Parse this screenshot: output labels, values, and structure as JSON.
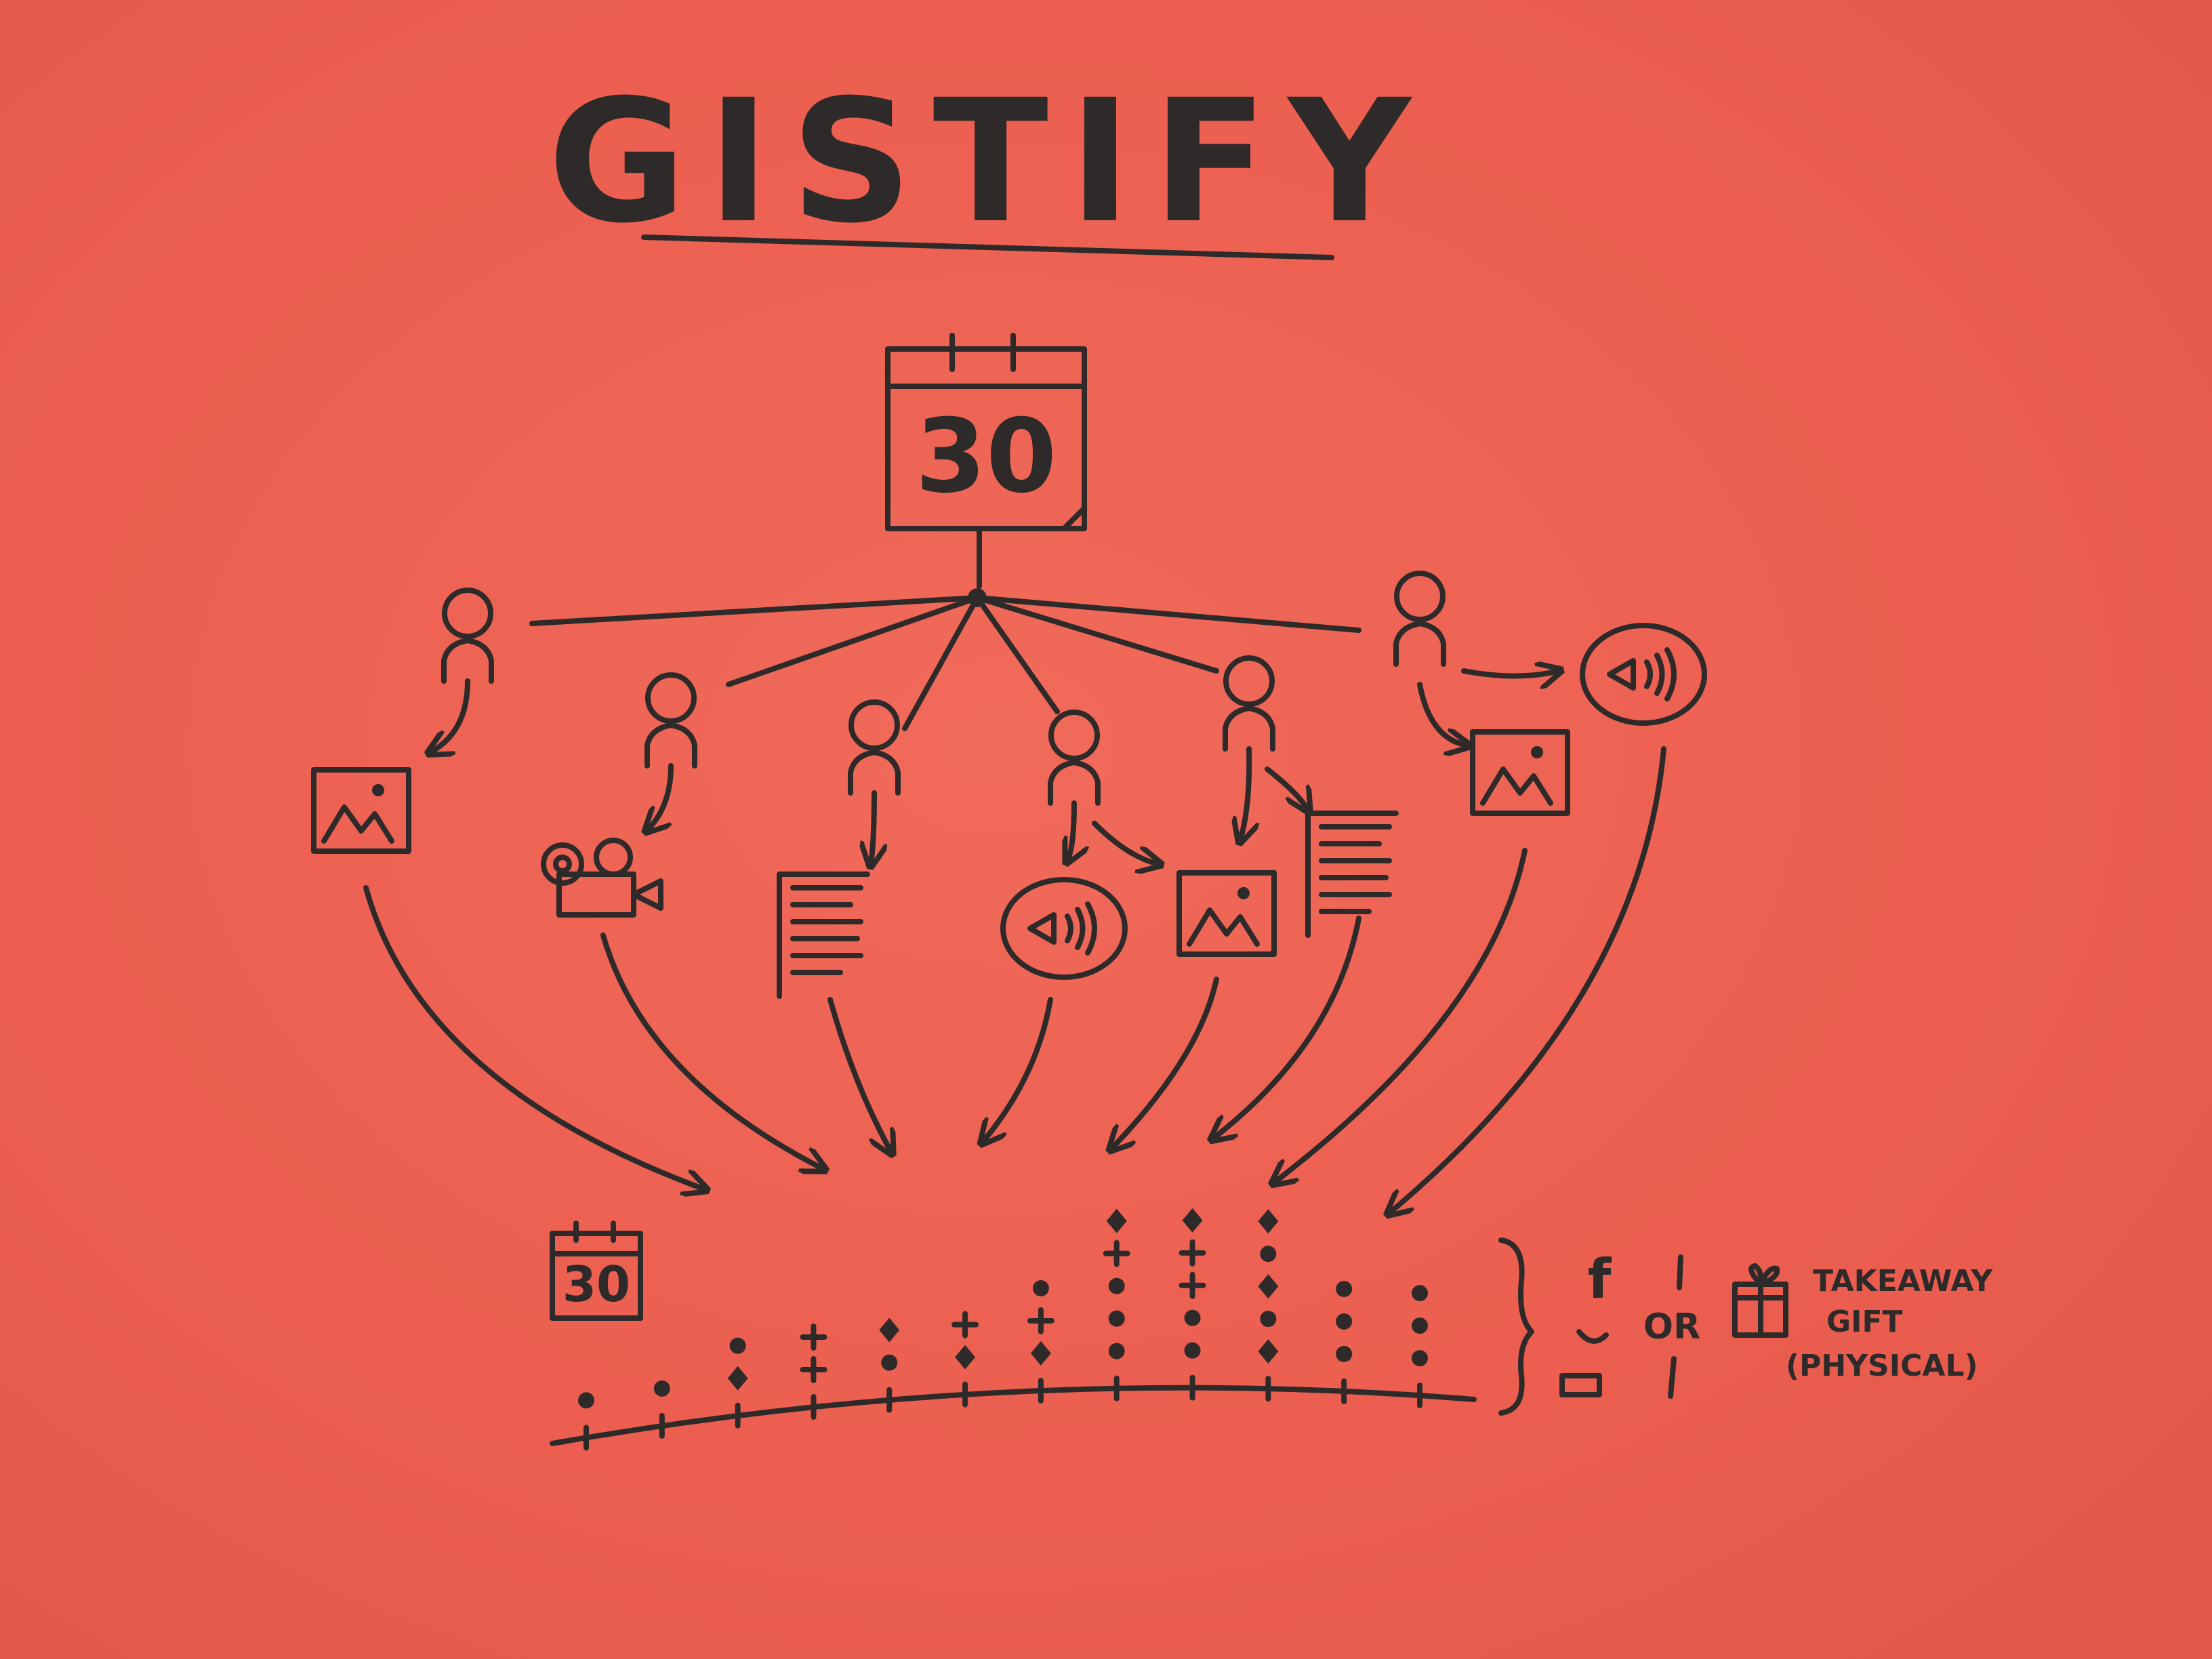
{
  "title": "GISTIFY",
  "calendar": {
    "day": "30"
  },
  "small_calendar": {
    "day": "30"
  },
  "side": {
    "or": "OR",
    "facebook_letter": "f",
    "gift_line1": "TAKEAWAY",
    "gift_line2": "GIFT",
    "gift_line3": "(PHYSICAL)"
  },
  "contributors": [
    {
      "id": "p1",
      "media": "image-icon"
    },
    {
      "id": "p2",
      "media": "video-camera-icon"
    },
    {
      "id": "p3",
      "media": "text-document-icon"
    },
    {
      "id": "p4",
      "media": [
        "audio-icon",
        "image-icon"
      ]
    },
    {
      "id": "p5",
      "media": [
        "image-icon",
        "text-document-icon"
      ]
    },
    {
      "id": "p6",
      "media": [
        "audio-icon",
        "image-icon"
      ]
    }
  ],
  "timeline": {
    "markers": [
      [
        "dot"
      ],
      [
        "dot"
      ],
      [
        "diamond",
        "dot"
      ],
      [
        "plus",
        "plus"
      ],
      [
        "dot",
        "diamond"
      ],
      [
        "diamond",
        "plus"
      ],
      [
        "diamond",
        "plus",
        "dot"
      ],
      [
        "dot",
        "dot",
        "dot",
        "plus",
        "diamond"
      ],
      [
        "dot",
        "dot",
        "plus",
        "plus",
        "diamond"
      ],
      [
        "diamond",
        "dot",
        "diamond",
        "dot",
        "diamond"
      ],
      [
        "dot",
        "dot",
        "dot"
      ],
      [
        "dot",
        "dot",
        "dot"
      ]
    ]
  },
  "colors": {
    "paper": "#ec5f50",
    "ink": "#2e2a2a"
  }
}
